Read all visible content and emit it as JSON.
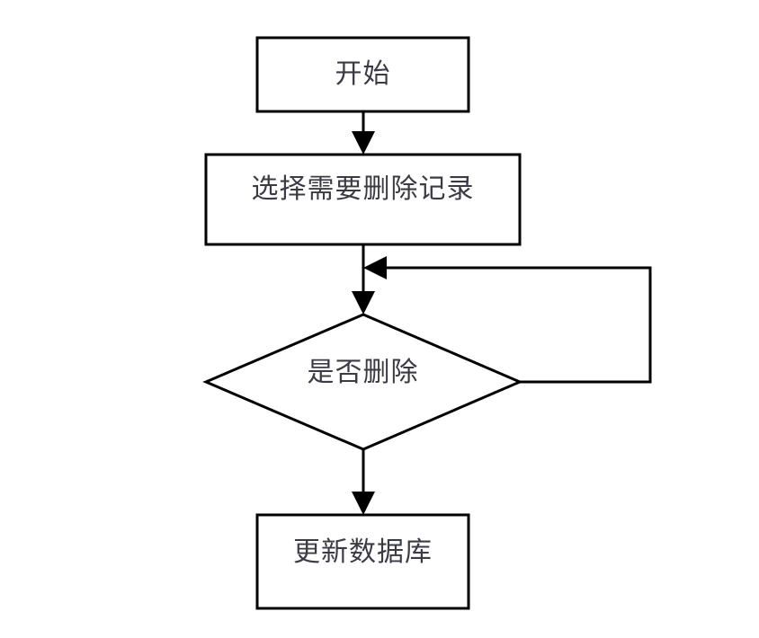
{
  "diagram": {
    "type": "flowchart",
    "orientation": "top-to-bottom",
    "background_color": "#ffffff",
    "line_color": "#000000",
    "text_color": "#3b3b46",
    "nodes": [
      {
        "id": "start",
        "shape": "rectangle",
        "label": "开始",
        "icon": "process-box"
      },
      {
        "id": "select",
        "shape": "rectangle",
        "label": "选择需要删除记录",
        "icon": "process-box"
      },
      {
        "id": "decision",
        "shape": "diamond",
        "label": "是否删除",
        "icon": "decision-diamond"
      },
      {
        "id": "update",
        "shape": "rectangle",
        "label": "更新数据库",
        "icon": "process-box"
      }
    ],
    "edges": [
      {
        "from": "start",
        "to": "select",
        "label": "",
        "style": "straight-down"
      },
      {
        "from": "select",
        "to": "decision",
        "label": "",
        "style": "straight-down"
      },
      {
        "from": "decision",
        "to": "update",
        "label": "",
        "style": "straight-down"
      },
      {
        "from": "decision",
        "to": "select",
        "label": "",
        "style": "loop-back-right"
      }
    ]
  }
}
